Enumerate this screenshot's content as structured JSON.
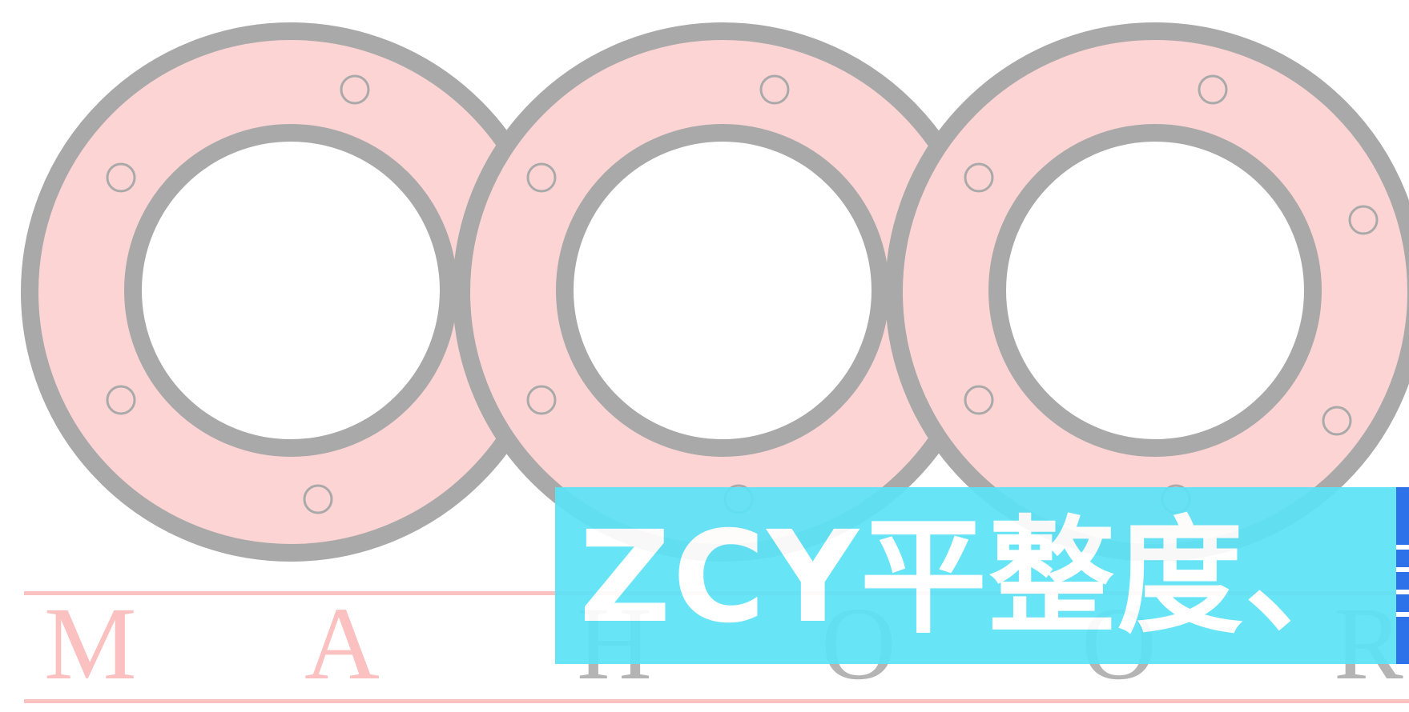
{
  "banner": {
    "text": "ZCY平整度、"
  },
  "wordmark": {
    "letters": [
      "M",
      "A",
      "H",
      "O",
      "O",
      "R"
    ]
  },
  "colors": {
    "ring_fill": "#fdd4d4",
    "ring_stroke": "#a9a9a9",
    "banner_bg": "#5de3f7",
    "banner_edge": "#1f68e8",
    "wordmark_pink": "#fbc0c0",
    "wordmark_gray": "#b4b4b4"
  }
}
